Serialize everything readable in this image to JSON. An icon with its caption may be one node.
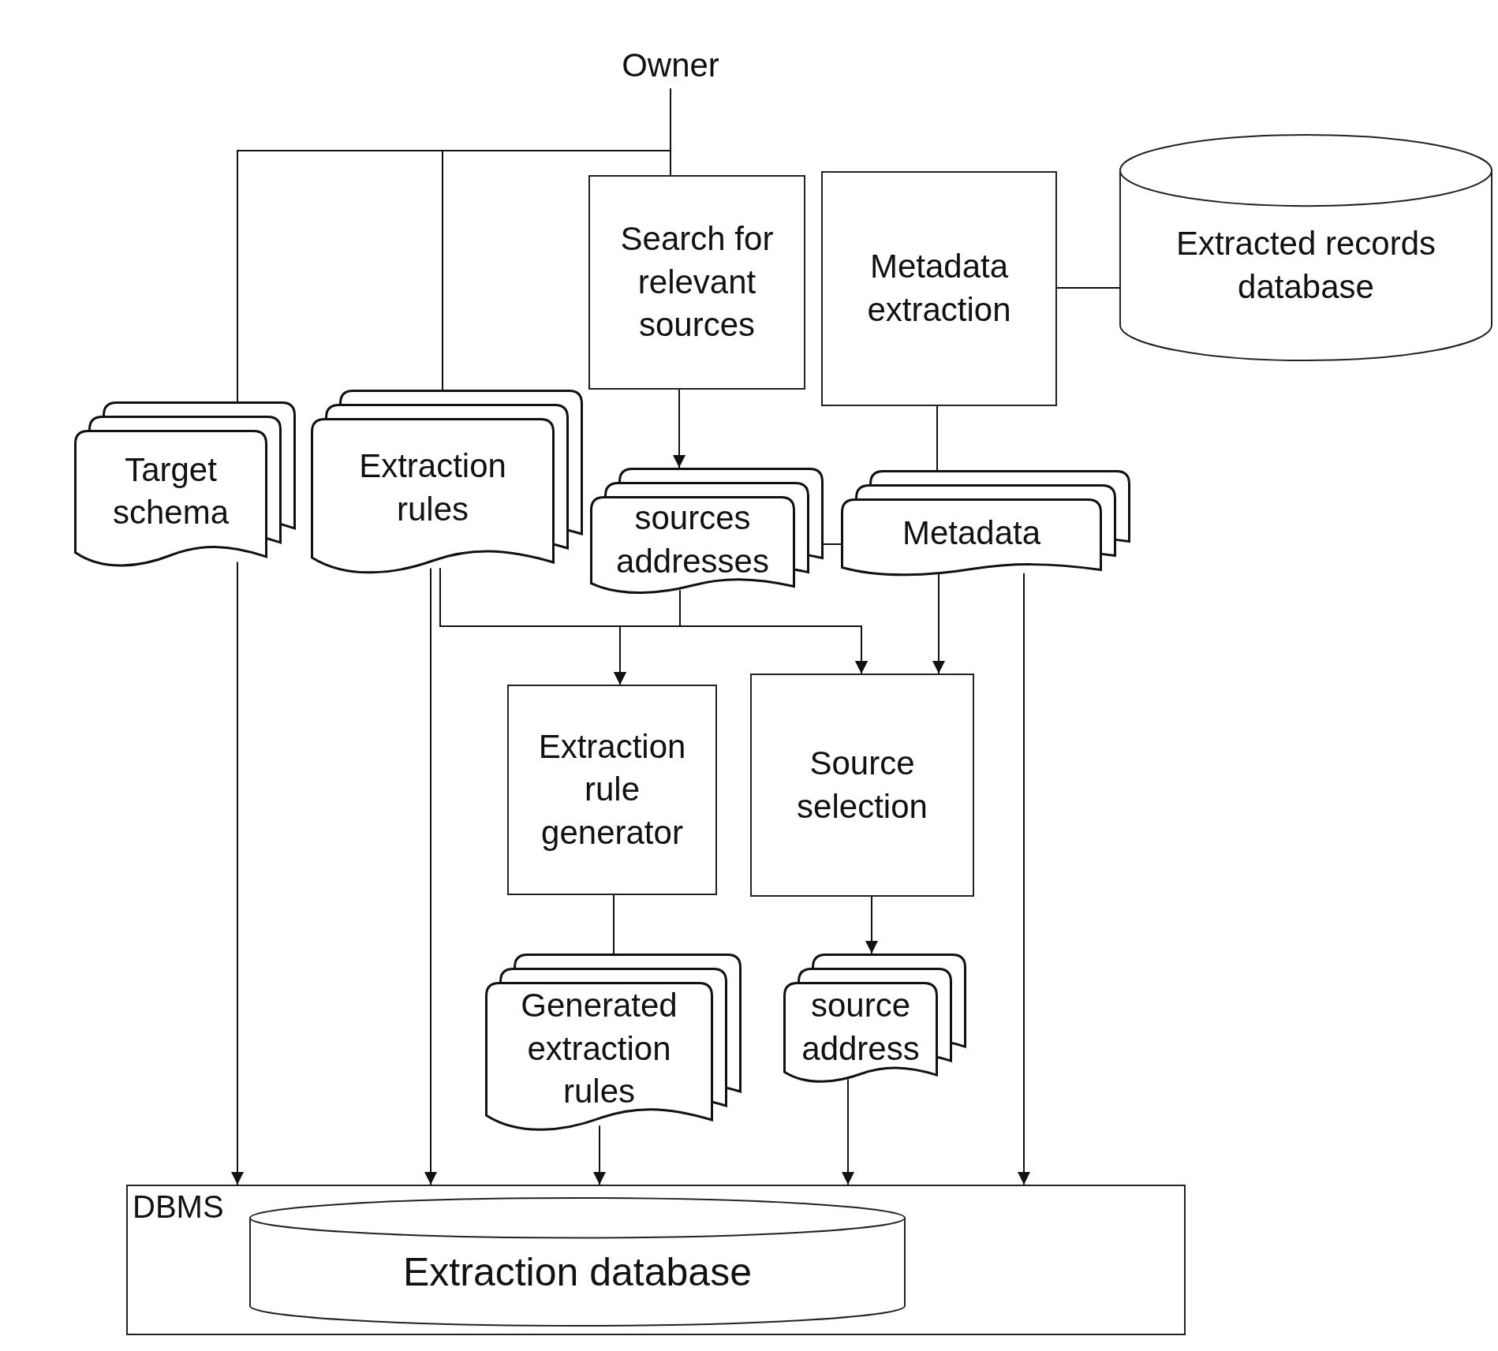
{
  "diagram": {
    "nodes": [
      {
        "text": [
          "Owner"
        ]
      },
      {
        "text": [
          "Search for relevant sources"
        ]
      },
      {
        "text": [
          "Metadata extraction"
        ]
      },
      {
        "text": [
          "Extracted records database"
        ]
      },
      {
        "text": [
          "Target schema"
        ]
      },
      {
        "text": [
          "Extraction rules"
        ]
      },
      {
        "text": [
          "sources addresses"
        ]
      },
      {
        "text": [
          "Metadata"
        ]
      },
      {
        "text": [
          "Extraction rule generator"
        ]
      },
      {
        "text": [
          "Source selection"
        ]
      },
      {
        "text": [
          "Generated extraction rules"
        ]
      },
      {
        "text": [
          "source address"
        ]
      },
      {
        "text": [
          "DBMS"
        ]
      },
      {
        "text": [
          "Extraction database"
        ],
        "in": 12
      }
    ],
    "edges": [
      {
        "from": 0,
        "to": 4,
        "arrow": "none"
      },
      {
        "from": 0,
        "to": 5,
        "arrow": "none"
      },
      {
        "from": 0,
        "to": 1,
        "arrow": "none"
      },
      {
        "from": 2,
        "to": 3,
        "arrow": "none"
      },
      {
        "from": 1,
        "to": 6,
        "arrow": "to"
      },
      {
        "from": 2,
        "to": 7,
        "arrow": "none"
      },
      {
        "from": 6,
        "to": 7,
        "arrow": "none"
      },
      {
        "from": 5,
        "to": 8,
        "arrow": "to"
      },
      {
        "from": 5,
        "to": 9,
        "arrow": "to"
      },
      {
        "from": 6,
        "to": 8,
        "arrow": "to"
      },
      {
        "from": 6,
        "to": 9,
        "arrow": "to"
      },
      {
        "from": 7,
        "to": 9,
        "arrow": "to"
      },
      {
        "from": 8,
        "to": 10,
        "arrow": "none"
      },
      {
        "from": 9,
        "to": 11,
        "arrow": "to"
      },
      {
        "from": 4,
        "to": 12,
        "arrow": "to"
      },
      {
        "from": 5,
        "to": 12,
        "arrow": "to"
      },
      {
        "from": 10,
        "to": 12,
        "arrow": "to"
      },
      {
        "from": 11,
        "to": 12,
        "arrow": "to"
      },
      {
        "from": 7,
        "to": 12,
        "arrow": "to"
      }
    ]
  }
}
